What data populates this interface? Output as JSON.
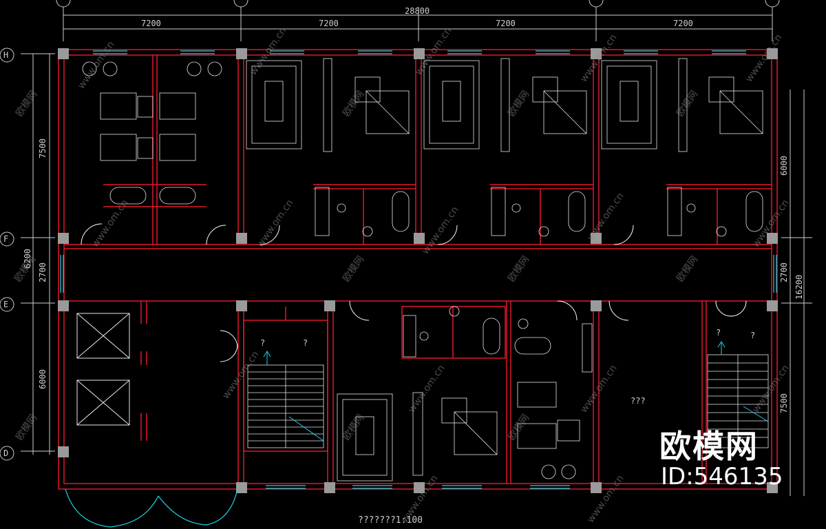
{
  "drawing": {
    "colors": {
      "wall": "#e0192b",
      "grid": "#cfcfcf",
      "window": "#1fd6e8",
      "furniture": "#e8e8e8",
      "column": "#9a9a9a",
      "door": "#ffffff"
    },
    "dims_top": {
      "total": "28800",
      "bays": [
        "7200",
        "7200",
        "7200",
        "7200"
      ]
    },
    "dims_left": [
      "7500",
      "6200",
      "2700",
      "6000"
    ],
    "dims_right": [
      "6000",
      "2700",
      "16200",
      "7500"
    ],
    "grid_letters": [
      "H",
      "F",
      "E",
      "D"
    ],
    "room_marks": [
      "?",
      "?",
      "?",
      "?",
      "???"
    ],
    "caption": "???????1:100"
  },
  "brand": {
    "name": "欧模网",
    "id": "ID:546135"
  },
  "watermarks": [
    "www.om.cn",
    "欧模网"
  ]
}
